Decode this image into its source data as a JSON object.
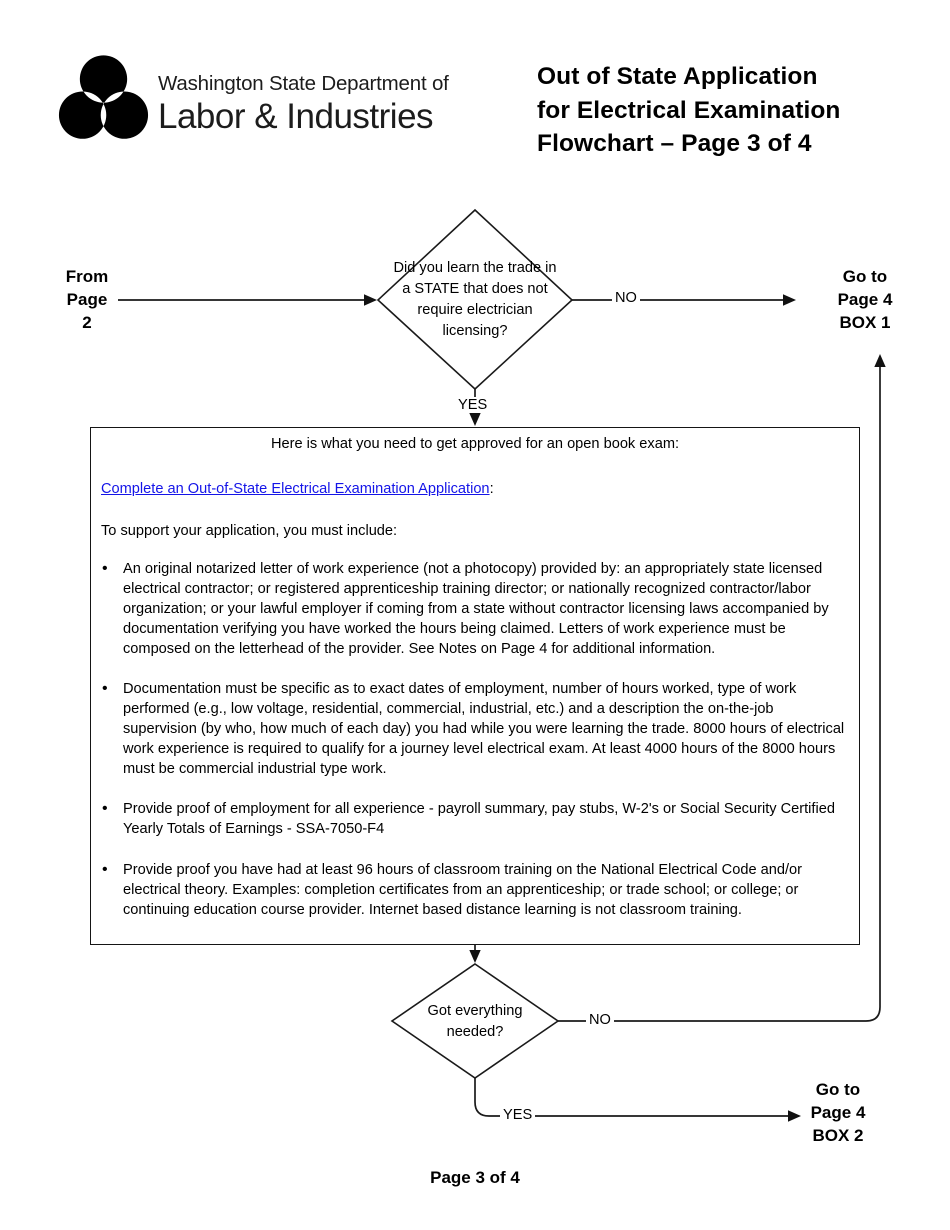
{
  "header": {
    "logo": {
      "line1": "Washington State Department of",
      "line2": "Labor & Industries"
    },
    "title_lines": [
      "Out of State Application",
      "for Electrical Examination",
      "Flowchart – Page 3 of 4"
    ]
  },
  "flowchart": {
    "from_label": {
      "lines": [
        "From",
        "Page",
        "2"
      ]
    },
    "goto_box1": {
      "lines": [
        "Go to",
        "Page 4",
        "BOX 1"
      ]
    },
    "goto_box2": {
      "lines": [
        "Go to",
        "Page 4",
        "BOX 2"
      ]
    },
    "diamond1": {
      "question": "Did you learn the trade in a STATE that does not require electrician licensing?",
      "no_label": "NO",
      "yes_label": "YES"
    },
    "diamond2": {
      "question": "Got everything needed?",
      "no_label": "NO",
      "yes_label": "YES"
    },
    "box": {
      "heading": "Here is what you need to get approved for an open book exam:",
      "link_text": "Complete an Out-of-State Electrical Examination Application",
      "link_suffix": ":",
      "support_line": "To support your application, you must include:",
      "bullets": [
        "An original notarized letter of work experience (not a photocopy) provided by: an appropriately state licensed electrical contractor; or registered apprenticeship training director; or nationally recognized contractor/labor organization; or your lawful employer if coming from a state without contractor licensing laws accompanied by documentation verifying you have worked the hours being claimed. Letters of work experience must be composed on the letterhead of the provider. See Notes on Page 4 for additional information.",
        "Documentation must be specific as to exact dates of employment, number of hours worked, type of work performed (e.g., low voltage, residential, commercial, industrial, etc.) and a description the on-the-job supervision (by who, how much of each day) you had while you were learning the trade. 8000 hours of electrical work experience is required to qualify for a journey level electrical exam. At least 4000 hours of the 8000 hours must be commercial industrial type work.",
        "Provide proof of employment for all experience - payroll summary, pay stubs, W-2's or Social Security Certified Yearly Totals of Earnings - SSA-7050-F4",
        "Provide proof you have had at least 96 hours of classroom training on the National Electrical Code and/or electrical theory. Examples: completion certificates from an apprenticeship; or trade school; or college; or continuing education course provider.  Internet based distance learning is not classroom training."
      ]
    }
  },
  "footer": {
    "page_label": "Page 3 of 4"
  },
  "colors": {
    "link": "#1414e8",
    "ink": "#000000",
    "line": "#1a1a1a"
  }
}
